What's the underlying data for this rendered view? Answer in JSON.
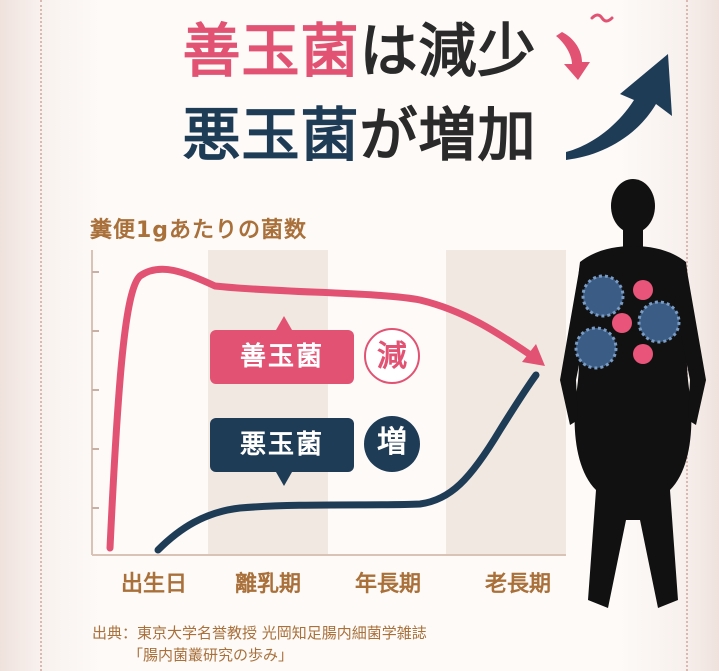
{
  "title": {
    "line1_part1": "善玉菌",
    "line1_part2": "は減少",
    "line2_part1": "悪玉菌",
    "line2_part2": "が増加"
  },
  "chart_data": {
    "type": "line",
    "ylabel": "糞便1gあたりの菌数",
    "categories": [
      "出生日",
      "離乳期",
      "年長期",
      "老長期"
    ],
    "series": [
      {
        "name": "善玉菌",
        "color": "#e25373",
        "trend": "減"
      },
      {
        "name": "悪玉菌",
        "color": "#1f3c56",
        "trend": "増"
      }
    ]
  },
  "source": {
    "line1": "出典：東京大学名誉教授 光岡知足腸内細菌学雑誌",
    "line2": "「腸内菌叢研究の歩み」"
  },
  "colors": {
    "pink": "#e25373",
    "navy": "#1f3c56",
    "axis_label": "#a9703a",
    "band": "#f1e9e1"
  }
}
